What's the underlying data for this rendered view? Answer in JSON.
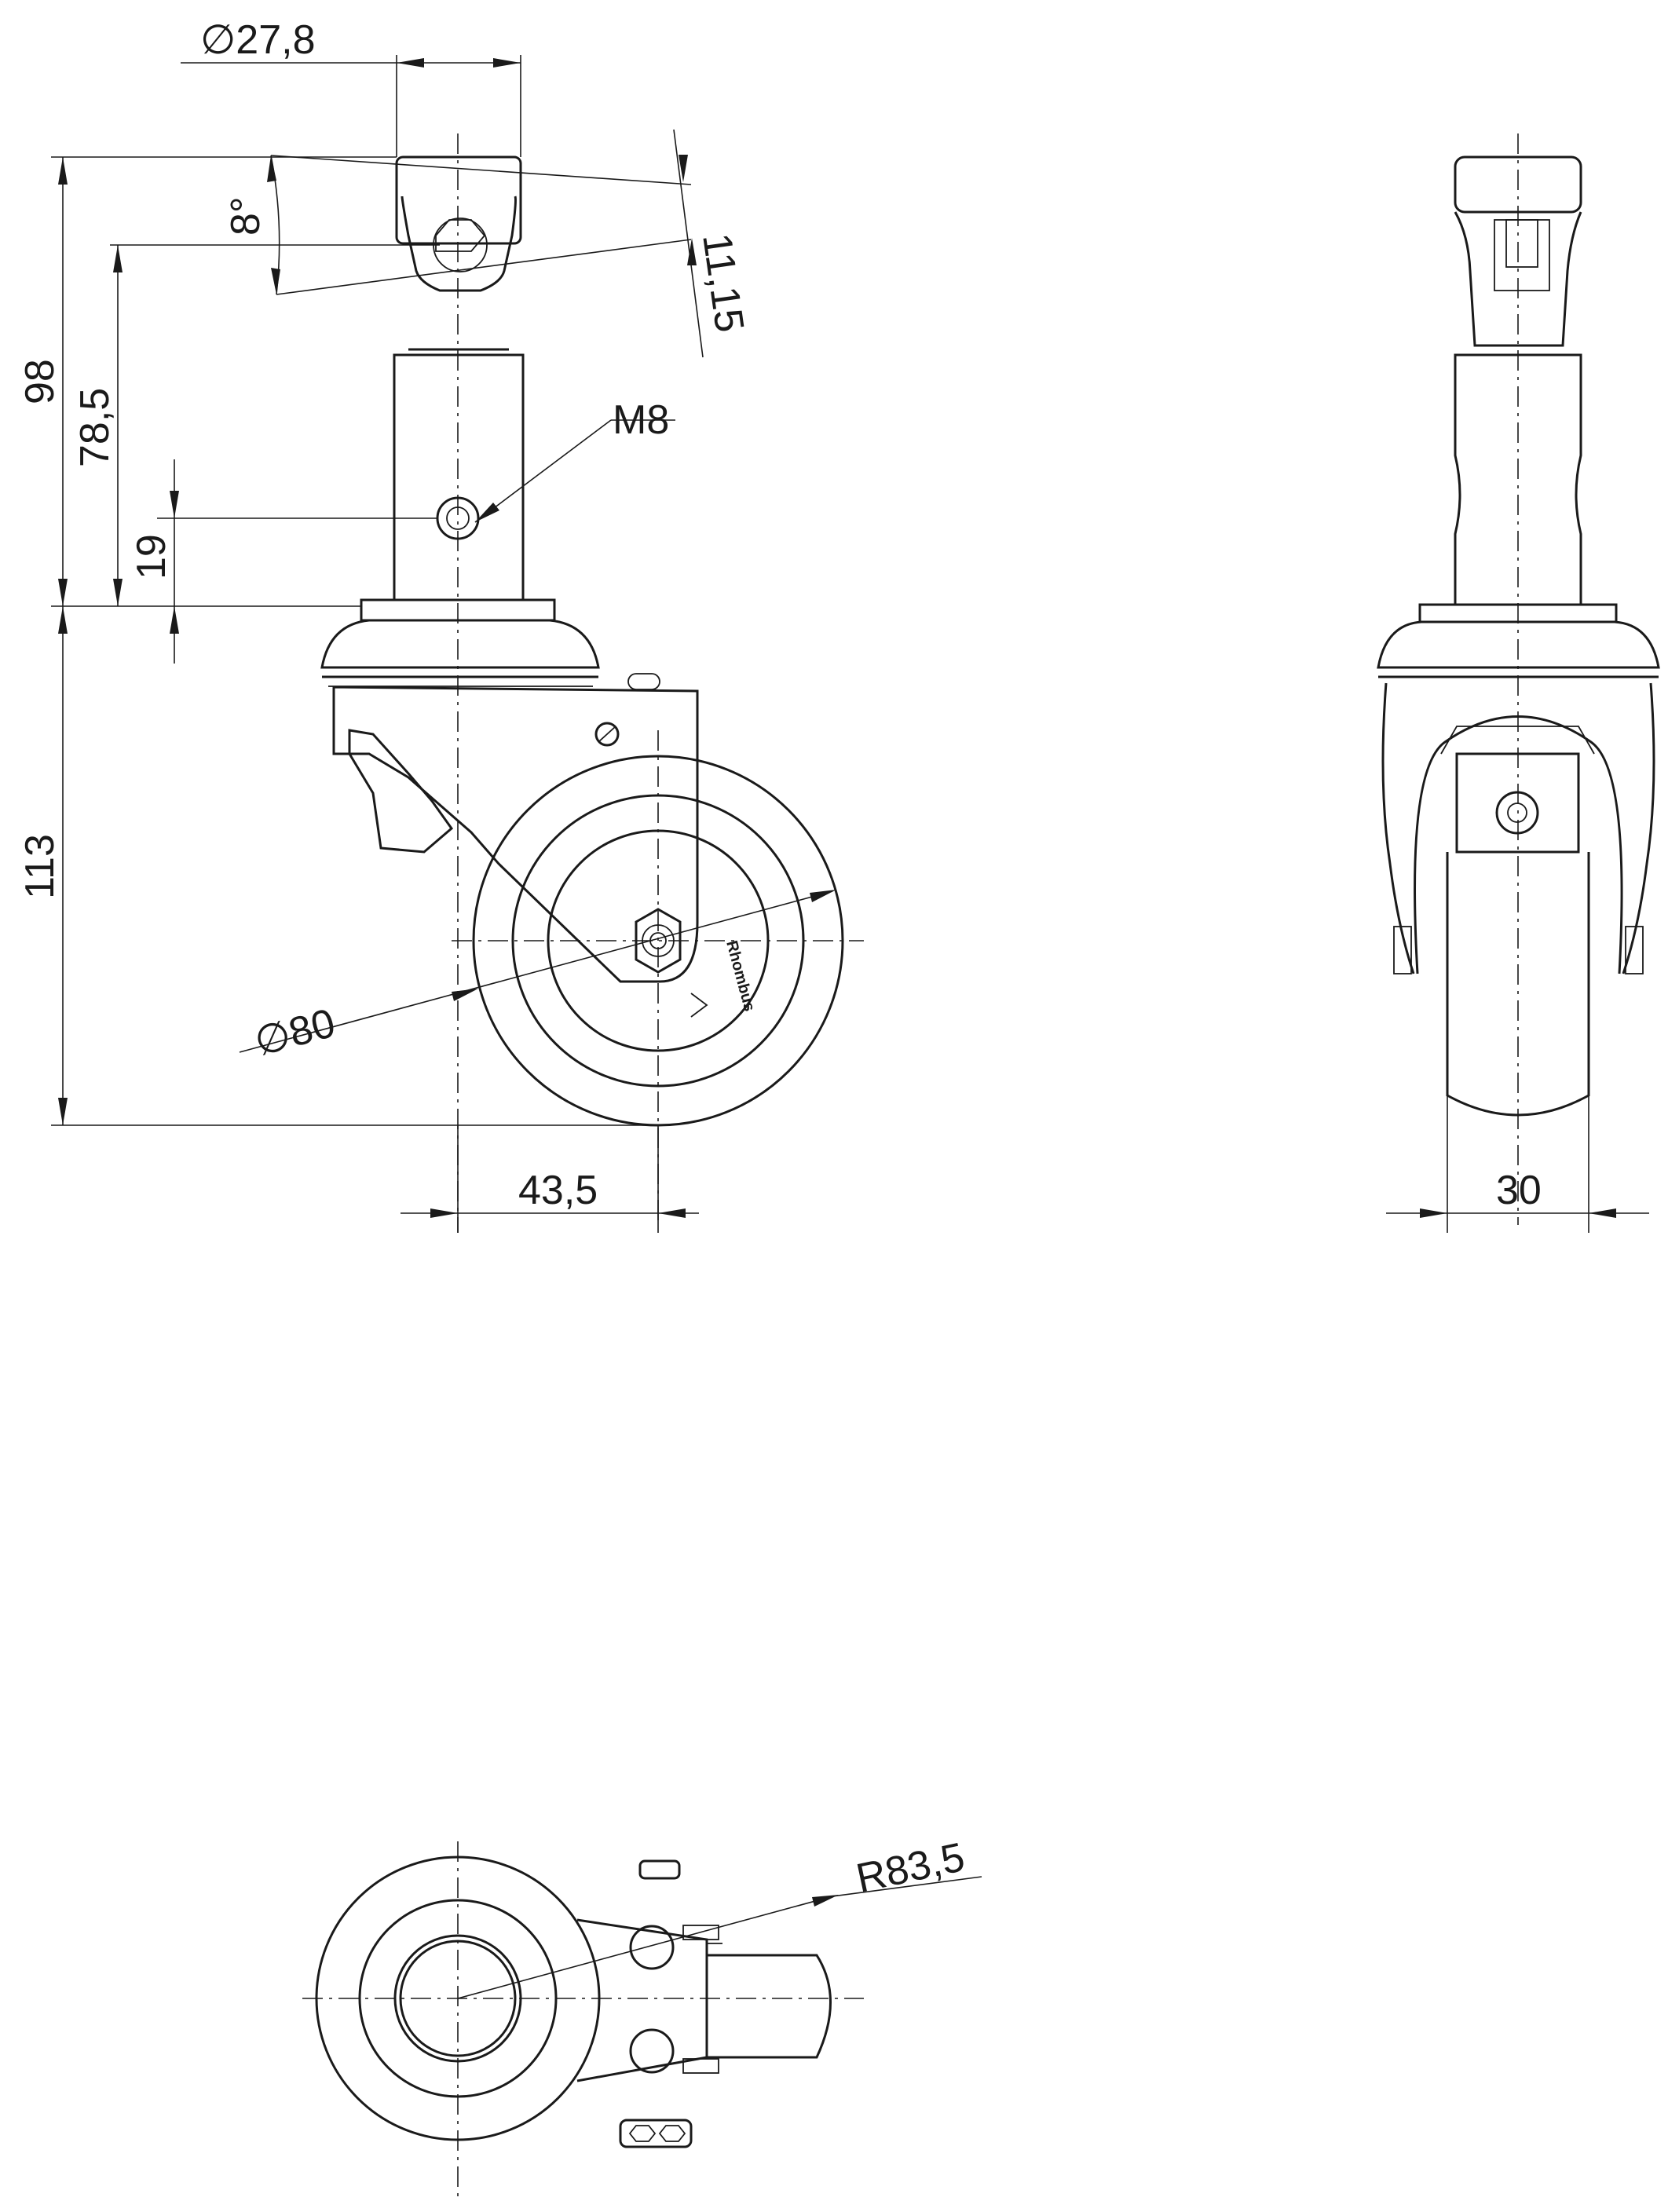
{
  "drawing": {
    "side_view": {
      "dim_stem_diameter": "∅27,8",
      "dim_angle": "8°",
      "dim_socket": "11,15",
      "dim_overall_height": "98",
      "dim_socket_height": "78,5",
      "dim_thread": "M8",
      "dim_hole_height": "19",
      "dim_caster_height": "113",
      "dim_wheel_diameter": "∅80",
      "dim_offset": "43,5",
      "wheel_logo": "Rhombus"
    },
    "front_view": {
      "dim_wheel_width": "30"
    },
    "top_view": {
      "dim_swivel_radius": "R83,5"
    }
  }
}
